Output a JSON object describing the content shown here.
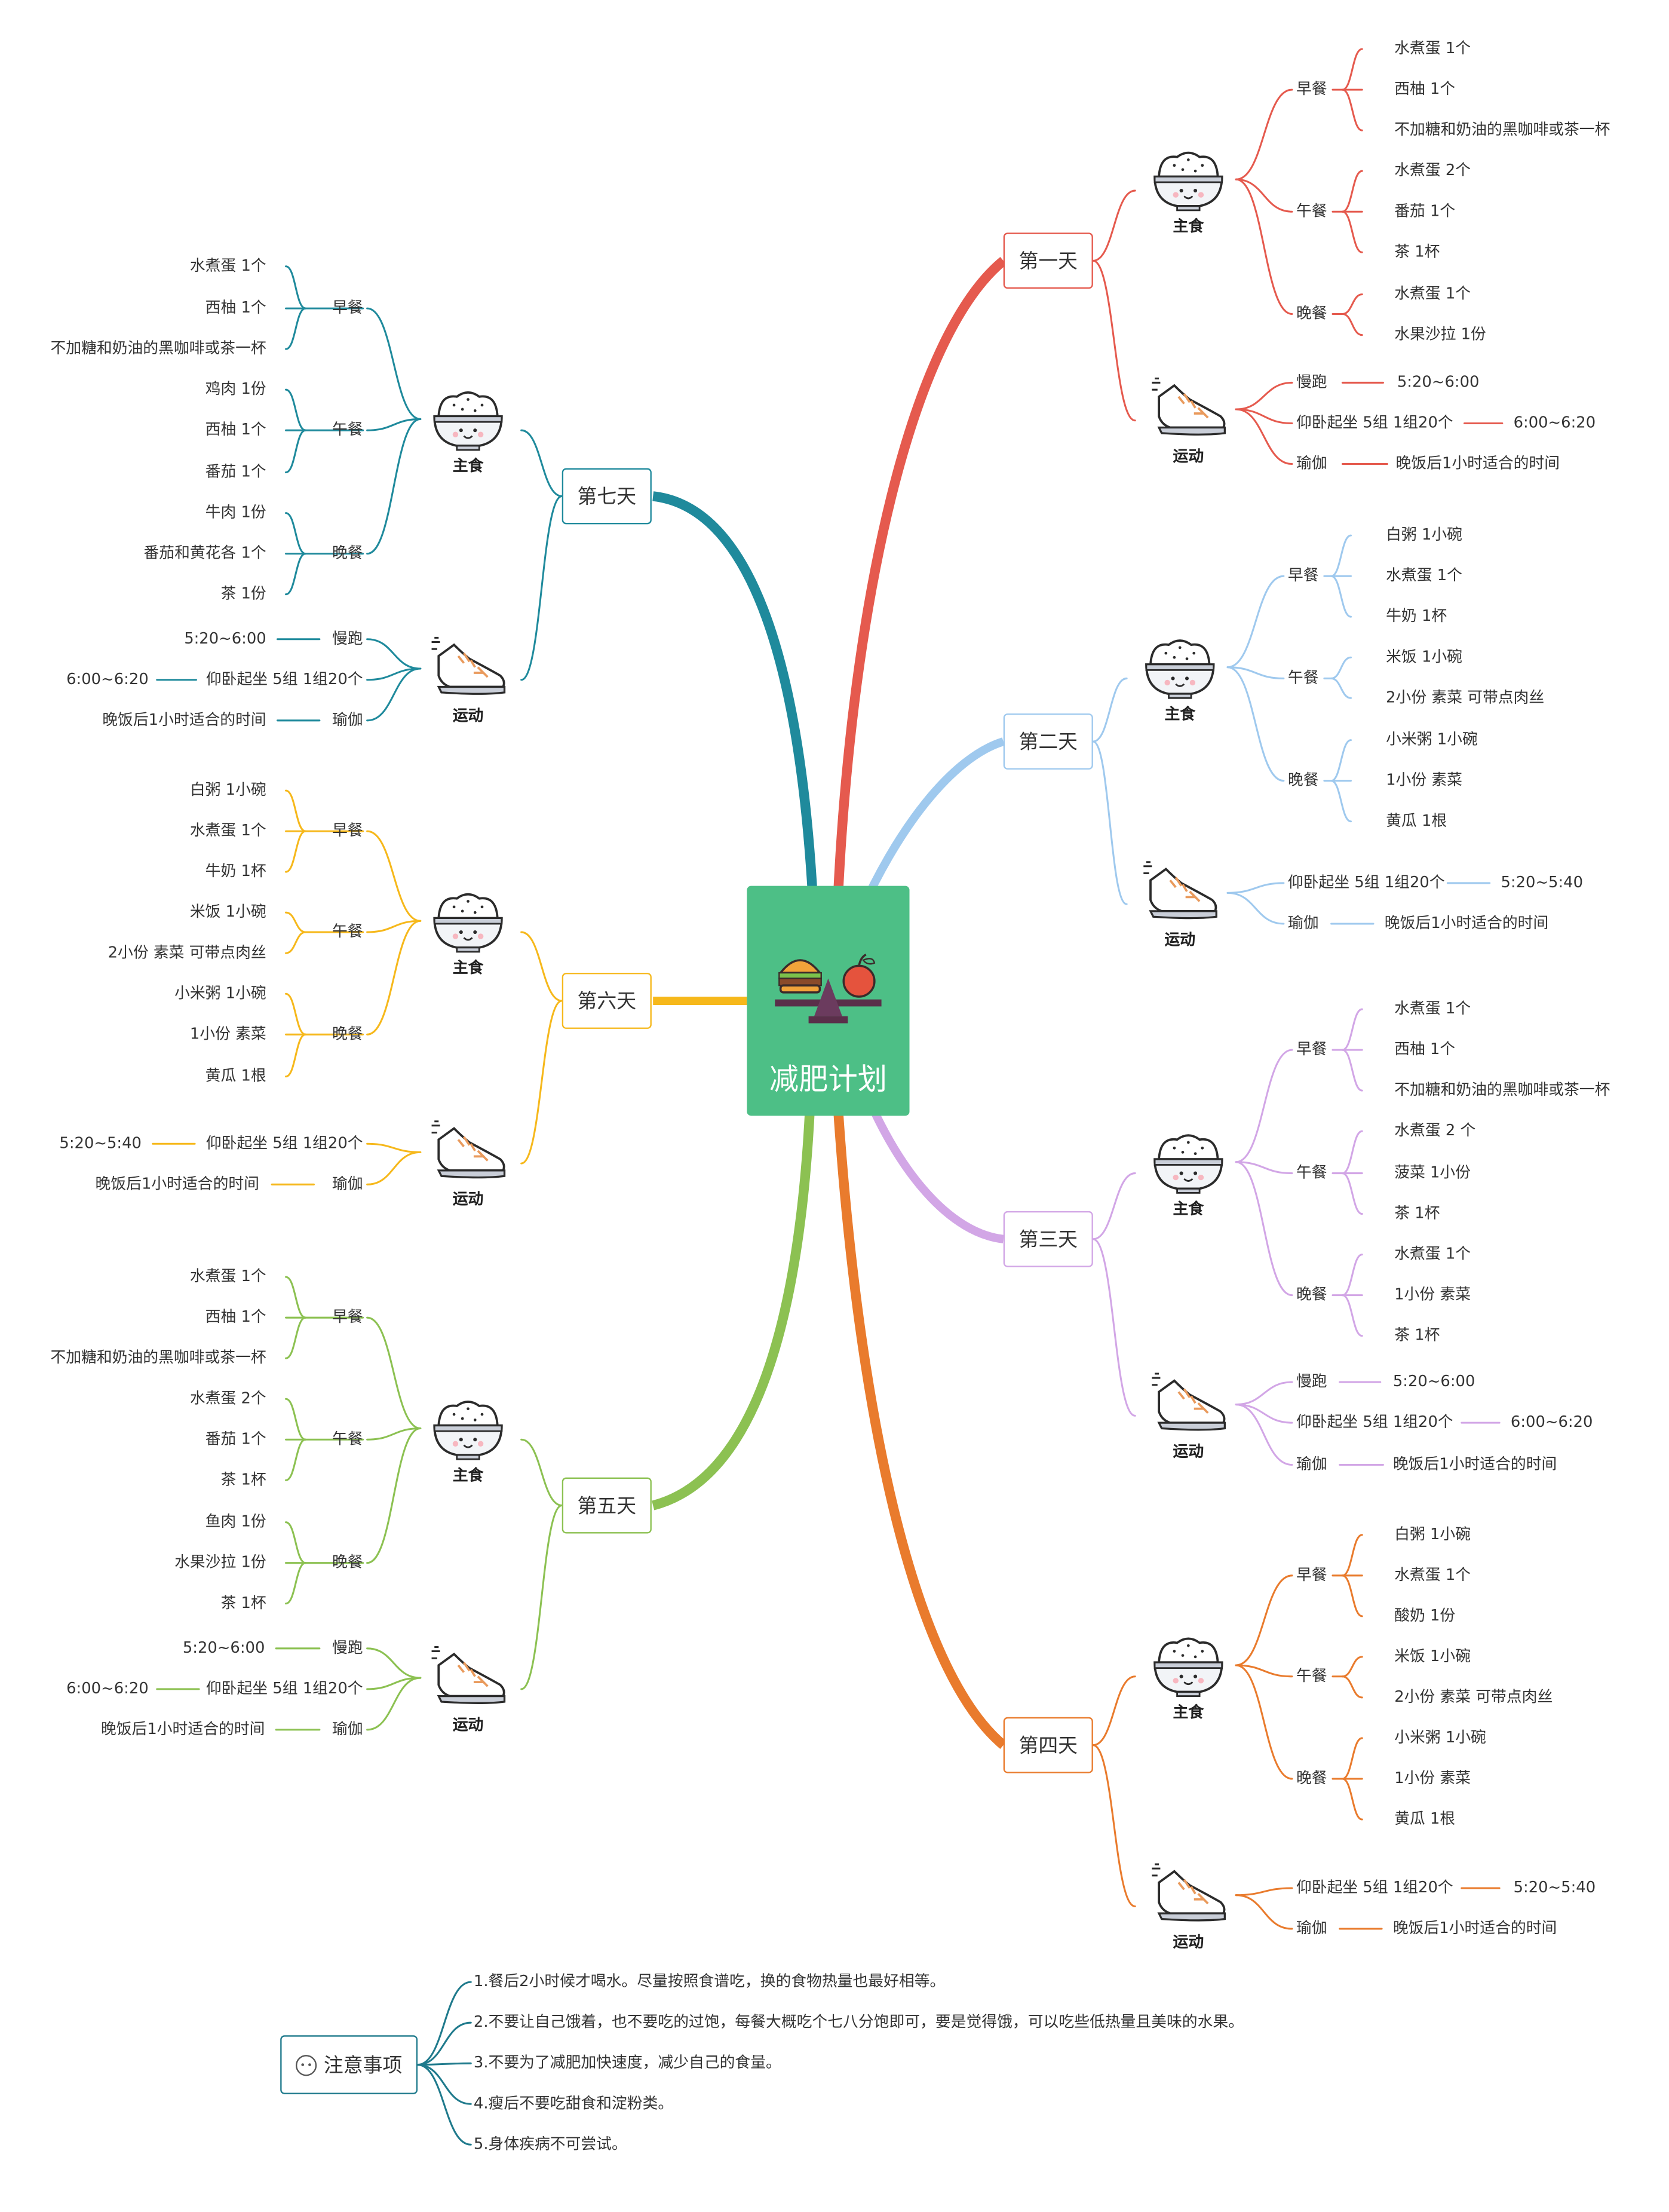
{
  "title": "减肥计划",
  "colors": {
    "center": "#4dbf86",
    "day1": "#e55a4e",
    "day2": "#9fc9ee",
    "day3": "#d2a6e6",
    "day4": "#e97b2d",
    "day5": "#8cc152",
    "day6": "#f6b81b",
    "day7": "#1f8a9c",
    "notes": "#1f7a8c"
  },
  "icons": {
    "center": "scale-burger-apple-icon",
    "staple": "rice-bowl-icon",
    "sport": "sneaker-icon"
  },
  "days": [
    {
      "name": "第一天",
      "staple": {
        "label": "主食",
        "meals": [
          {
            "name": "早餐",
            "items": [
              "水煮蛋 1个",
              "西柚 1个",
              "不加糖和奶油的黑咖啡或茶一杯"
            ]
          },
          {
            "name": "午餐",
            "items": [
              "水煮蛋 2个",
              "番茄 1个",
              "茶 1杯"
            ]
          },
          {
            "name": "晚餐",
            "items": [
              "水煮蛋 1个",
              "水果沙拉 1份"
            ]
          }
        ]
      },
      "sport": {
        "label": "运动",
        "items": [
          {
            "name": "慢跑",
            "detail": "5:20~6:00"
          },
          {
            "name": "仰卧起坐 5组 1组20个",
            "detail": "6:00~6:20"
          },
          {
            "name": "瑜伽",
            "detail": "晚饭后1小时适合的时间"
          }
        ]
      }
    },
    {
      "name": "第二天",
      "staple": {
        "label": "主食",
        "meals": [
          {
            "name": "早餐",
            "items": [
              "白粥 1小碗",
              "水煮蛋 1个",
              "牛奶 1杯"
            ]
          },
          {
            "name": "午餐",
            "items": [
              "米饭 1小碗",
              "2小份 素菜 可带点肉丝"
            ]
          },
          {
            "name": "晚餐",
            "items": [
              "小米粥 1小碗",
              "1小份 素菜",
              "黄瓜 1根"
            ]
          }
        ]
      },
      "sport": {
        "label": "运动",
        "items": [
          {
            "name": "仰卧起坐 5组 1组20个",
            "detail": "5:20~5:40"
          },
          {
            "name": "瑜伽",
            "detail": "晚饭后1小时适合的时间"
          }
        ]
      }
    },
    {
      "name": "第三天",
      "staple": {
        "label": "主食",
        "meals": [
          {
            "name": "早餐",
            "items": [
              "水煮蛋 1个",
              "西柚 1个",
              "不加糖和奶油的黑咖啡或茶一杯"
            ]
          },
          {
            "name": "午餐",
            "items": [
              "水煮蛋 2 个",
              "菠菜 1小份",
              "茶 1杯"
            ]
          },
          {
            "name": "晚餐",
            "items": [
              "水煮蛋 1个",
              "1小份 素菜",
              "茶 1杯"
            ]
          }
        ]
      },
      "sport": {
        "label": "运动",
        "items": [
          {
            "name": "慢跑",
            "detail": "5:20~6:00"
          },
          {
            "name": "仰卧起坐 5组 1组20个",
            "detail": "6:00~6:20"
          },
          {
            "name": "瑜伽",
            "detail": "晚饭后1小时适合的时间"
          }
        ]
      }
    },
    {
      "name": "第四天",
      "staple": {
        "label": "主食",
        "meals": [
          {
            "name": "早餐",
            "items": [
              "白粥 1小碗",
              "水煮蛋 1个",
              "酸奶 1份"
            ]
          },
          {
            "name": "午餐",
            "items": [
              "米饭 1小碗",
              "2小份 素菜 可带点肉丝"
            ]
          },
          {
            "name": "晚餐",
            "items": [
              "小米粥 1小碗",
              "1小份 素菜",
              "黄瓜 1根"
            ]
          }
        ]
      },
      "sport": {
        "label": "运动",
        "items": [
          {
            "name": "仰卧起坐 5组 1组20个",
            "detail": "5:20~5:40"
          },
          {
            "name": "瑜伽",
            "detail": "晚饭后1小时适合的时间"
          }
        ]
      }
    },
    {
      "name": "第五天",
      "staple": {
        "label": "主食",
        "meals": [
          {
            "name": "早餐",
            "items": [
              "水煮蛋 1个",
              "西柚 1个",
              "不加糖和奶油的黑咖啡或茶一杯"
            ]
          },
          {
            "name": "午餐",
            "items": [
              "水煮蛋 2个",
              "番茄 1个",
              "茶 1杯"
            ]
          },
          {
            "name": "晚餐",
            "items": [
              "鱼肉 1份",
              "水果沙拉 1份",
              "茶 1杯"
            ]
          }
        ]
      },
      "sport": {
        "label": "运动",
        "items": [
          {
            "name": "慢跑",
            "detail": "5:20~6:00"
          },
          {
            "name": "仰卧起坐 5组 1组20个",
            "detail": "6:00~6:20"
          },
          {
            "name": "瑜伽",
            "detail": "晚饭后1小时适合的时间"
          }
        ]
      }
    },
    {
      "name": "第六天",
      "staple": {
        "label": "主食",
        "meals": [
          {
            "name": "早餐",
            "items": [
              "白粥 1小碗",
              "水煮蛋 1个",
              "牛奶 1杯"
            ]
          },
          {
            "name": "午餐",
            "items": [
              "米饭 1小碗",
              "2小份 素菜 可带点肉丝"
            ]
          },
          {
            "name": "晚餐",
            "items": [
              "小米粥 1小碗",
              "1小份 素菜",
              "黄瓜 1根"
            ]
          }
        ]
      },
      "sport": {
        "label": "运动",
        "items": [
          {
            "name": "仰卧起坐 5组 1组20个",
            "detail": "5:20~5:40"
          },
          {
            "name": "瑜伽",
            "detail": "晚饭后1小时适合的时间"
          }
        ]
      }
    },
    {
      "name": "第七天",
      "staple": {
        "label": "主食",
        "meals": [
          {
            "name": "早餐",
            "items": [
              "水煮蛋 1个",
              "西柚 1个",
              "不加糖和奶油的黑咖啡或茶一杯"
            ]
          },
          {
            "name": "午餐",
            "items": [
              "鸡肉 1份",
              "西柚 1个",
              "番茄 1个"
            ]
          },
          {
            "name": "晚餐",
            "items": [
              "牛肉 1份",
              "番茄和黄花各 1个",
              "茶 1份"
            ]
          }
        ]
      },
      "sport": {
        "label": "运动",
        "items": [
          {
            "name": "慢跑",
            "detail": "5:20~6:00"
          },
          {
            "name": "仰卧起坐 5组 1组20个",
            "detail": "6:00~6:20"
          },
          {
            "name": "瑜伽",
            "detail": "晚饭后1小时适合的时间"
          }
        ]
      }
    }
  ],
  "notes": {
    "title": "注意事项",
    "items": [
      "1.餐后2小时候才喝水。尽量按照食谱吃，换的食物热量也最好相等。",
      "2.不要让自己饿着，也不要吃的过饱，每餐大概吃个七八分饱即可，要是觉得饿，可以吃些低热量且美味的水果。",
      "3.不要为了减肥加快速度，减少自己的食量。",
      "4.瘦后不要吃甜食和淀粉类。",
      "5.身体疾病不可尝试。"
    ]
  }
}
